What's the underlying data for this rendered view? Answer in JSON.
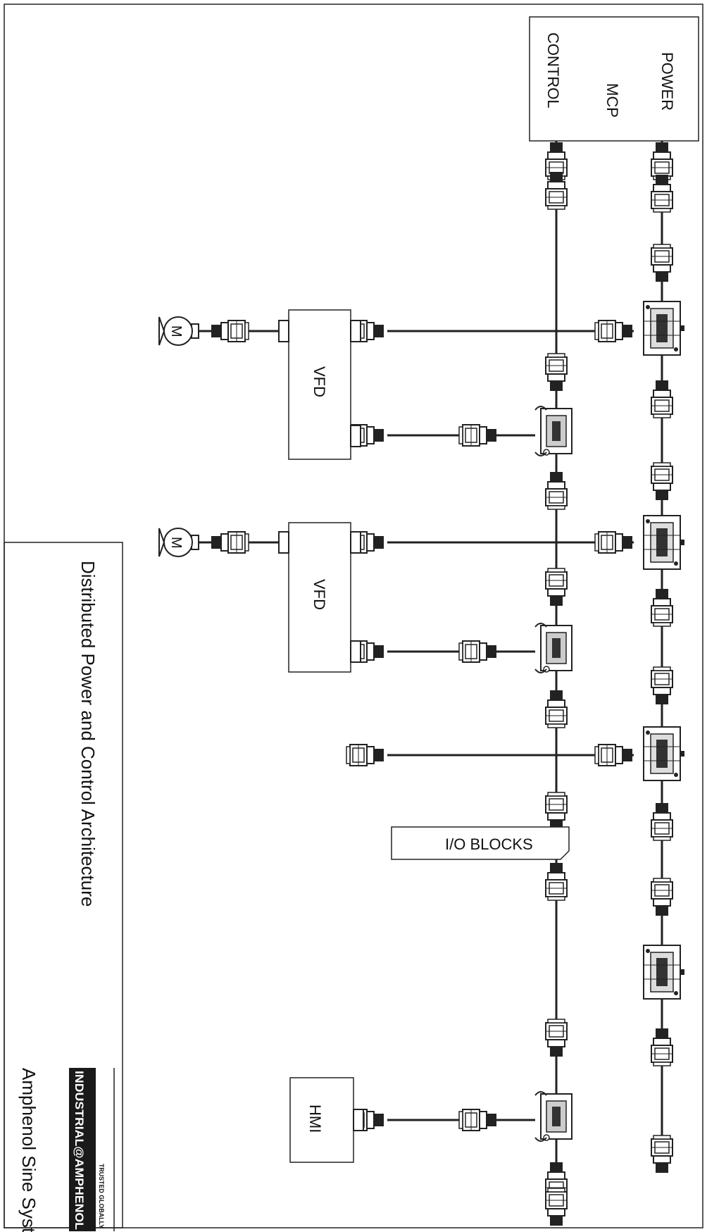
{
  "diagram": {
    "title": "Distributed Power and Control Architecture",
    "company": "Amphenol Sine Systems",
    "logo": {
      "main": "INDUSTRIAL@AMPHENOL",
      "tagline": "TRUSTED GLOBALLY"
    },
    "mcp": {
      "label": "MCP",
      "power_label": "POWER",
      "control_label": "CONTROL"
    },
    "vfd_labels": [
      "VFD",
      "VFD"
    ],
    "motor_labels": [
      "M",
      "M"
    ],
    "io_label": "I/O BLOCKS",
    "hmi_label": "HMI",
    "line_color": "#1a1a1a",
    "connector_color": "#222222"
  }
}
